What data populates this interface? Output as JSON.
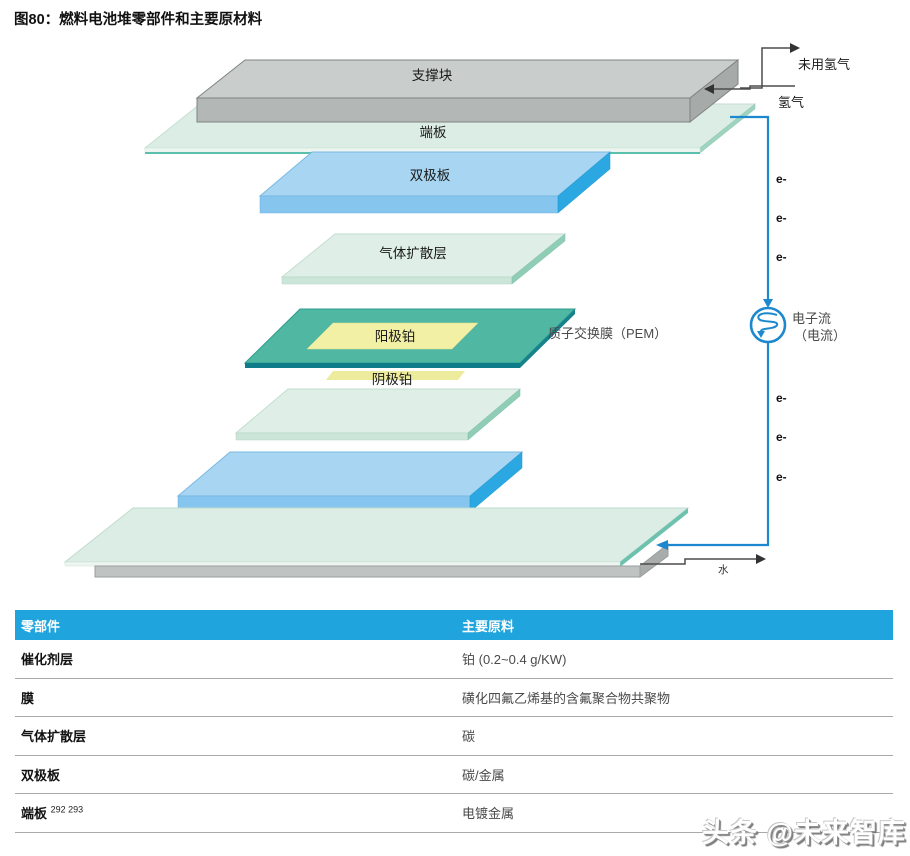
{
  "title": "图80：燃料电池堆零部件和主要原材料",
  "diagram": {
    "layers": {
      "support_block": "支撑块",
      "end_plate": "端板",
      "bipolar_plate": "双极板",
      "gas_diffusion_layer": "气体扩散层",
      "anode_pt": "阳极铂",
      "cathode_pt": "阴极铂",
      "pem": "质子交换膜（PEM）"
    },
    "flows": {
      "unused_h2": "未用氢气",
      "h2": "氢气",
      "water": "水",
      "electron": "e-",
      "electron_flow_line1": "电子流",
      "electron_flow_line2": "（电流）"
    },
    "colors": {
      "circuit_blue": "#1E88CE",
      "bipolar_top": "#A8D5F1",
      "bipolar_side": "#2BA7E2",
      "pem_teal": "#4FB7A2",
      "catalyst_yellow": "#F2F0A4",
      "plate_green": "#DCEDE5",
      "block_gray": "#C9CDCC",
      "arrow_gray": "#4d4d4d"
    }
  },
  "table": {
    "header_bg": "#1FA4DD",
    "headers": [
      "零部件",
      "主要原料"
    ],
    "rows": [
      {
        "part": "催化剂层",
        "material": "铂  (0.2~0.4 g/KW)"
      },
      {
        "part": "膜",
        "material": "磺化四氟乙烯基的含氟聚合物共聚物"
      },
      {
        "part": "气体扩散层",
        "material": "碳"
      },
      {
        "part": "双极板",
        "material": "碳/金属"
      },
      {
        "part": "端板",
        "part_sup": "292 293",
        "material": "电镀金属"
      }
    ]
  },
  "watermark": "头条 @未来智库"
}
